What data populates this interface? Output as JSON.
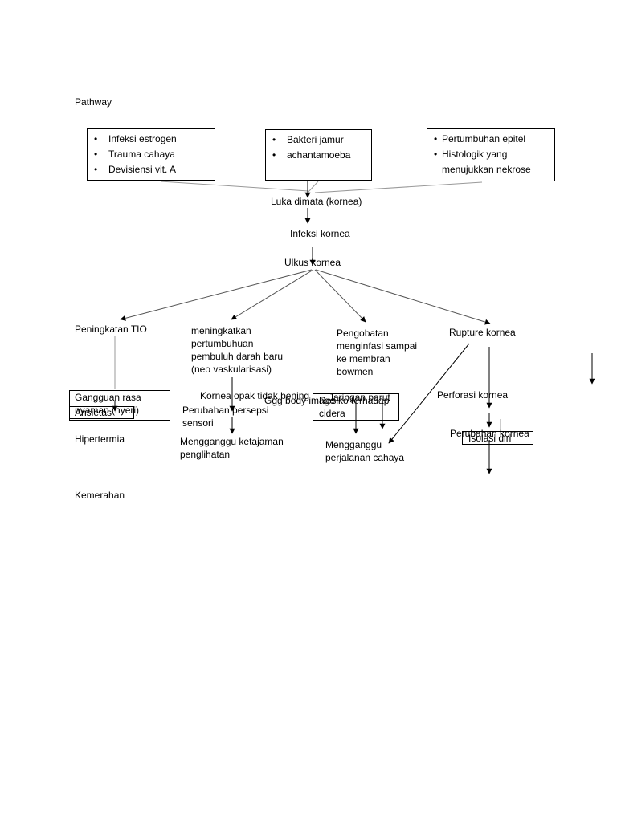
{
  "title": "Pathway",
  "causes": {
    "box1": [
      "Infeksi estrogen",
      "Trauma cahaya",
      "Devisiensi vit. A"
    ],
    "box2": [
      "Bakteri jamur",
      "achantamoeba"
    ],
    "box3": [
      "Pertumbuhan epitel",
      "Histologik yang menujukkan nekrose"
    ]
  },
  "flow": {
    "luka": "Luka dimata (kornea)",
    "infeksi": "Infeksi kornea",
    "ulkus": "Ulkus kornea"
  },
  "branches": {
    "tio": "Peningkatan TIO",
    "pembuluh": "meningkatkan pertumbuhuan pembuluh darah baru (neo vaskularisasi)",
    "pengobatan": "Pengobatan menginfasi sampai ke membran bowmen",
    "rupture": "Rupture kornea"
  },
  "outcomes": {
    "gangguan_rasa_nyaman": "Gangguan rasa nyaman (nyeri)",
    "ansietas": "Ansietas",
    "hipertermia": "Hipertermia",
    "kemerahan": "Kemerahan",
    "kornea_opak": "Kornea opak tidak bening",
    "perubahan_persepsi": "Perubahan persepsi sensori",
    "ketajaman": "Mengganggu ketajaman penglihatan",
    "ggg_body_image": "Ggg body image",
    "resiko": "Resiko terhadap cidera",
    "jaringan_parut": "Jaringan parut",
    "perjalanan_cahaya": "Mengganggu perjalanan cahaya",
    "perforasi": "Perforasi kornea",
    "perubahan_kornea": "Perubahan kornea",
    "isolasi": "Isolasi diri"
  }
}
